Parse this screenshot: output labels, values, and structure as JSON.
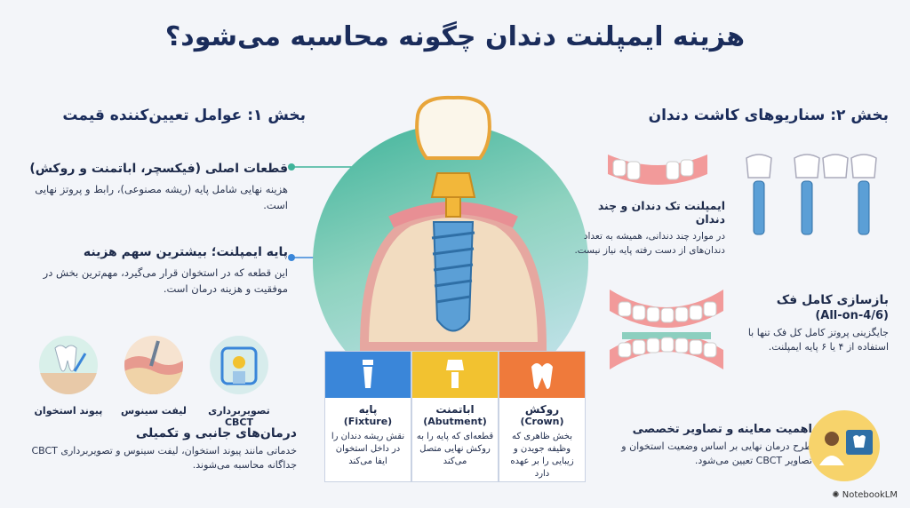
{
  "title": "هزینه ایمپلنت دندان چگونه محاسبه می‌شود؟",
  "section1": {
    "heading": "بخش ۱: عوامل تعیین‌کننده قیمت",
    "factors": [
      {
        "title": "قطعات اصلی (فیکسچر، اباتمنت و روکش)",
        "text": "هزینه نهایی شامل پایه (ریشه مصنوعی)، رابط و پروتز نهایی است."
      },
      {
        "title": "پایه ایمپلنت؛ بیشترین سهم هزینه",
        "text": "این قطعه که در استخوان قرار می‌گیرد، مهم‌ترین بخش در موفقیت و هزینه درمان است."
      }
    ],
    "procedures": [
      "پیوند استخوان",
      "لیفت سینوس",
      "تصویربرداری CBCT"
    ],
    "complementary": {
      "title": "درمان‌های جانبی و تکمیلی",
      "text": "خدماتی مانند پیوند استخوان، لیفت سینوس و تصویربرداری CBCT جداگانه محاسبه می‌شوند."
    }
  },
  "components": [
    {
      "name": "پایه",
      "en": "(Fixture)",
      "desc": "نقش ریشه دندان را در داخل استخوان ایفا می‌کند",
      "color": "#3a86d9"
    },
    {
      "name": "اباتمنت",
      "en": "(Abutment)",
      "desc": "قطعه‌ای که پایه را به روکش نهایی متصل می‌کند",
      "color": "#f2c230"
    },
    {
      "name": "روکش",
      "en": "(Crown)",
      "desc": "بخش ظاهری که وظیفه جویدن و زیبایی را بر عهده دارد",
      "color": "#ef7a3b"
    }
  ],
  "section2": {
    "heading": "بخش ۲: سناریوهای کاشت دندان",
    "scenarios": [
      {
        "title": "ایمپلنت تک دندان و چند دندان",
        "text": "در موارد چند دندانی، همیشه به تعداد دندان‌های از دست رفته پایه نیاز نیست."
      },
      {
        "title": "بازسازی کامل فک",
        "subtitle": "(All-on-4/6)",
        "text": "جایگزینی پروتز کامل کل فک تنها با استفاده از ۴ یا ۶ پایه ایمپلنت."
      },
      {
        "title": "اهمیت معاینه و تصاویر تخصصی",
        "text": "طرح درمان نهایی بر اساس وضعیت استخوان و تصاویر CBCT تعیین می‌شود."
      }
    ]
  },
  "brand": "NotebookLM",
  "colors": {
    "title": "#1a2c5b",
    "teal": "#3fb39a",
    "blue": "#3a86d9"
  }
}
